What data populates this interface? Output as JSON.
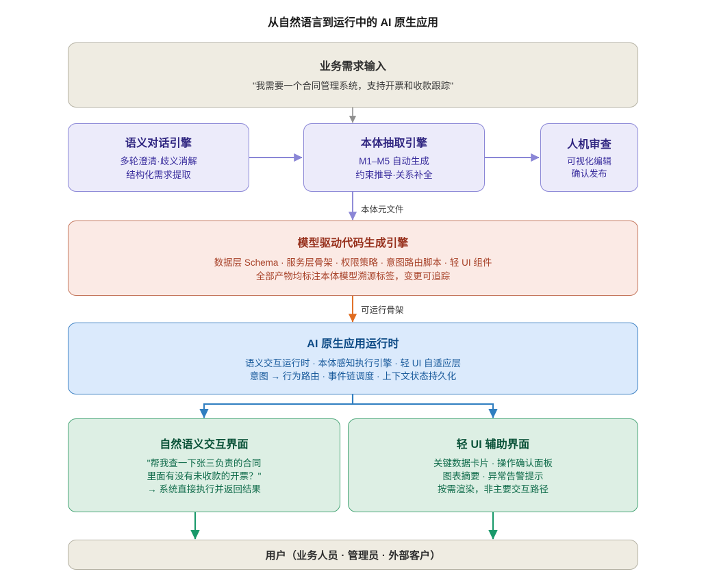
{
  "diagram": {
    "title": "从自然语言到运行中的 AI 原生应用",
    "type": "flowchart",
    "colors": {
      "beige_fill": "#efece2",
      "beige_border": "#b5b2a4",
      "purple_fill": "#ecebfa",
      "purple_border": "#8a86d6",
      "pink_fill": "#fbeae5",
      "pink_border": "#c4765c",
      "blue_fill": "#dbeafc",
      "blue_border": "#3f82c4",
      "green_fill": "#ddefe4",
      "green_border": "#4aa678",
      "arrow_gray": "#8f8f8f",
      "arrow_purple": "#8a86d6",
      "arrow_orange": "#e06b1f",
      "arrow_blue": "#2f7ec0",
      "arrow_green": "#19996a"
    }
  },
  "nodes": {
    "input": {
      "title": "业务需求输入",
      "line1": "\"我需要一个合同管理系统，支持开票和收款跟踪\""
    },
    "dialog": {
      "title": "语义对话引擎",
      "line1": "多轮澄清·歧义消解",
      "line2": "结构化需求提取"
    },
    "ontology": {
      "title": "本体抽取引擎",
      "line1": "M1–M5 自动生成",
      "line2": "约束推导·关系补全"
    },
    "review": {
      "title": "人机审查",
      "line1": "可视化编辑",
      "line2": "确认发布"
    },
    "codegen": {
      "title": "模型驱动代码生成引擎",
      "line1": "数据层 Schema · 服务层骨架 · 权限策略 · 意图路由脚本 · 轻 UI 组件",
      "line2": "全部产物均标注本体模型溯源标签，变更可追踪"
    },
    "runtime": {
      "title": "AI 原生应用运行时",
      "line1": "语义交互运行时 · 本体感知执行引擎 · 轻 UI 自适应层",
      "line2": "意图 → 行为路由 · 事件链调度 · 上下文状态持久化"
    },
    "semantic_ui": {
      "title": "自然语义交互界面",
      "line1": "\"帮我查一下张三负责的合同",
      "line2": "里面有没有未收款的开票？\"",
      "line3": "→ 系统直接执行并返回结果"
    },
    "light_ui": {
      "title": "轻 UI 辅助界面",
      "line1": "关键数据卡片 · 操作确认面板",
      "line2": "图表摘要 · 异常告警提示",
      "line3": "按需渲染，非主要交互路径"
    },
    "users": {
      "title": "用户（业务人员 · 管理员 · 外部客户）"
    }
  },
  "edge_labels": {
    "ontology_meta_file": "本体元文件",
    "runnable_skeleton": "可运行骨架"
  }
}
